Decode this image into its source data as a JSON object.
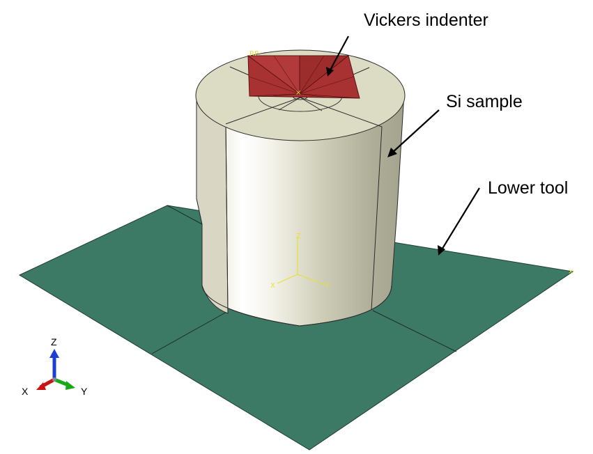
{
  "labels": {
    "indenter": "Vickers indenter",
    "sample": "Si sample",
    "lower_tool": "Lower tool"
  },
  "triad": {
    "z": "Z",
    "x": "X",
    "y": "Y"
  },
  "local_csys": {
    "z": "Z",
    "x": "X",
    "y": "Y"
  },
  "ref_point": "RP",
  "colors": {
    "lower_tool": "#3d7a66",
    "sample_top": "#dcdcc4",
    "sample_side": "#d9d7c4",
    "indenter": "#a83232",
    "triad_z": "#1a3fd6",
    "triad_x": "#c81414",
    "triad_y": "#1aa81a"
  }
}
